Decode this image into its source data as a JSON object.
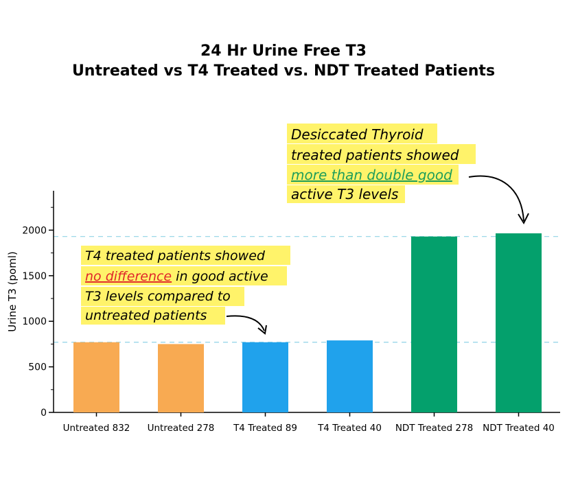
{
  "chart_data": {
    "type": "bar",
    "title": [
      "24 Hr Urine Free T3",
      "Untreated vs T4 Treated vs. NDT Treated Patients"
    ],
    "ylabel": "Urine T3 (poml)",
    "ylim": [
      0,
      2400
    ],
    "yticks": [
      0,
      500,
      1000,
      1500,
      2000
    ],
    "categories": [
      "Untreated 832",
      "Untreated 278",
      "T4 Treated 89",
      "T4 Treated 40",
      "NDT Treated 278",
      "NDT Treated 40"
    ],
    "values": [
      770,
      750,
      770,
      790,
      1930,
      1965
    ],
    "bar_colors": [
      "#f8aa52",
      "#f8aa52",
      "#20a2ec",
      "#20a2ec",
      "#04a06c",
      "#04a06c"
    ],
    "reference_lines": [
      770,
      1930
    ],
    "reference_line_color": "#8fd3e6",
    "grid": false
  },
  "annotations": {
    "ndt": {
      "lines": [
        "Desiccated Thyroid",
        "treated patients showed",
        "more than double good",
        "active T3 levels"
      ],
      "emphasis_line": 2,
      "emphasis_color": "#1f9e5a"
    },
    "t4": {
      "lines": [
        "T4 treated patients showed",
        "no difference",
        " in good active",
        "T3 levels compared to",
        "untreated patients"
      ],
      "emphasis_color": "#e0252b"
    },
    "highlight_color": "#fff36a"
  }
}
